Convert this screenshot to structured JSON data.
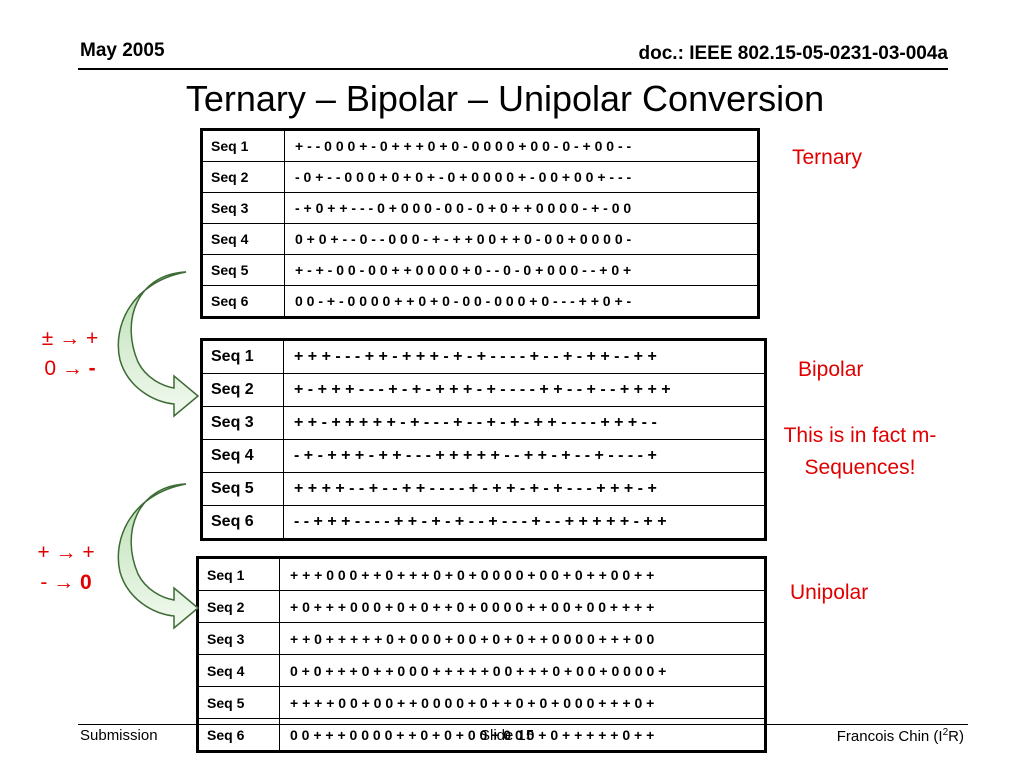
{
  "header": {
    "date": "May 2005",
    "doc_id": "doc.: IEEE 802.15-05-0231-03-004a"
  },
  "title": "Ternary – Bipolar – Unipolar Conversion",
  "ternary": {
    "label": "Ternary",
    "rows": [
      {
        "name": "Seq 1",
        "value": "+ - - 0 0 0 + - 0 + + + 0 + 0 - 0 0 0 0 + 0 0 - 0 - + 0 0 - -"
      },
      {
        "name": "Seq 2",
        "value": "- 0 + - - 0 0 0 + 0 + 0 + - 0 + 0 0 0 0 + - 0 0 + 0 0 + - - -"
      },
      {
        "name": "Seq 3",
        "value": "- + 0 + + - - - 0 + 0 0 0 - 0 0 - 0 + 0 + + 0 0 0 0 - + - 0 0"
      },
      {
        "name": "Seq 4",
        "value": "0 + 0 + - - 0 - - 0 0 0 - + - + + 0 0 + + 0 - 0 0 + 0 0 0 0 -"
      },
      {
        "name": "Seq 5",
        "value": "+ - + - 0 0 - 0 0 + + 0 0 0 0 + 0 - - 0 - 0 + 0 0 0 - - + 0 +"
      },
      {
        "name": "Seq 6",
        "value": "0 0 - + - 0 0 0 0 + + 0 + 0 - 0 0 - 0 0 0 + 0 - - - + + 0 + -"
      }
    ]
  },
  "bipolar": {
    "label": "Bipolar",
    "note": "This is in fact m-Sequences!",
    "rows": [
      {
        "name": "Seq 1",
        "value": "+ + + - - - + + - + + + - + - + - - - - + - - + - + + - - + +"
      },
      {
        "name": "Seq 2",
        "value": "+ - + + + - - - + - + - + + + - + - - - - + + - - + - - + + + +"
      },
      {
        "name": "Seq 3",
        "value": "+ + - + + + + + - + - - - + - - + - + - + + - - - - + + + - -"
      },
      {
        "name": "Seq 4",
        "value": "- + - + + + - + + - - - + + + + + - - + + - + - - + - - - - +"
      },
      {
        "name": "Seq 5",
        "value": "+ + + + - - + - - + + - - - - + - + + - + - + - - - + + + - +"
      },
      {
        "name": "Seq 6",
        "value": "- - + + + - - - - + + - + - + - - + - - - + - - + + + + + - + +"
      }
    ]
  },
  "unipolar": {
    "label": "Unipolar",
    "rows": [
      {
        "name": "Seq 1",
        "value": "+ + + 0 0 0 + + 0 + + + 0 + 0 + 0 0 0 0 + 0 0 + 0 + + 0 0 + +"
      },
      {
        "name": "Seq 2",
        "value": "+ 0 + + + 0 0 0 + 0 + 0 + + 0 + 0 0 0 0 + + 0 0 + 0 0 + + + +"
      },
      {
        "name": "Seq 3",
        "value": "+ + 0 + + + + + 0 + 0 0 0 + 0 0 + 0 + 0 + + 0 0 0 0 + + + 0 0"
      },
      {
        "name": "Seq 4",
        "value": "0 + 0 + + + 0 + + 0 0 0 + + + + + 0 0 + + + 0 + 0 0 + 0 0 0 0 +"
      },
      {
        "name": "Seq 5",
        "value": "+ + + + 0 0 + 0 0 + + 0 0 0 0 + 0 + + 0 + 0 + 0 0 0 + + + 0 +"
      },
      {
        "name": "Seq 6",
        "value": "0 0 + + + 0 0 0 0 + + 0 + 0 + 0 0 + 0 0 0 + 0 + + + + + 0 + +"
      }
    ]
  },
  "mapping_ternary_to_bipolar": {
    "line1": "± → +",
    "line2_prefix": "0 → ",
    "line2_target": "-"
  },
  "mapping_bipolar_to_unipolar": {
    "line1": "+ → +",
    "line2_prefix": "- → ",
    "line2_target": "0"
  },
  "footer": {
    "left": "Submission",
    "center": "Slide 15",
    "right_prefix": "Francois Chin (I",
    "right_sup": "2",
    "right_suffix": "R)"
  },
  "colors": {
    "accent_red": "#e00000",
    "arrow_fill_top": "#b8ddb0",
    "arrow_fill_bottom": "#f2faf0",
    "arrow_stroke": "#3d6b35"
  }
}
